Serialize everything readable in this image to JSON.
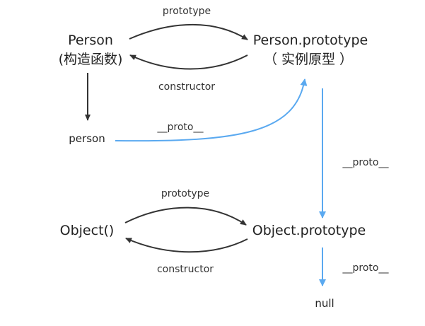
{
  "nodes": {
    "person_ctor": {
      "name": "Person",
      "sub": "(构造函数)"
    },
    "person_proto": {
      "name": "Person.prototype",
      "sub": "（ 实例原型 ）"
    },
    "person_instance": {
      "name": "person"
    },
    "object_ctor": {
      "name": "Object()"
    },
    "object_proto": {
      "name": "Object.prototype"
    },
    "null": {
      "name": "null"
    }
  },
  "edges": {
    "person_prototype": "prototype",
    "person_constructor": "constructor",
    "instance_proto": "__proto__",
    "proto_chain_1": "__proto__",
    "object_prototype": "prototype",
    "object_constructor": "constructor",
    "proto_chain_2": "__proto__"
  },
  "colors": {
    "dark_arrow": "#333333",
    "proto_arrow": "#5aa9f0"
  }
}
